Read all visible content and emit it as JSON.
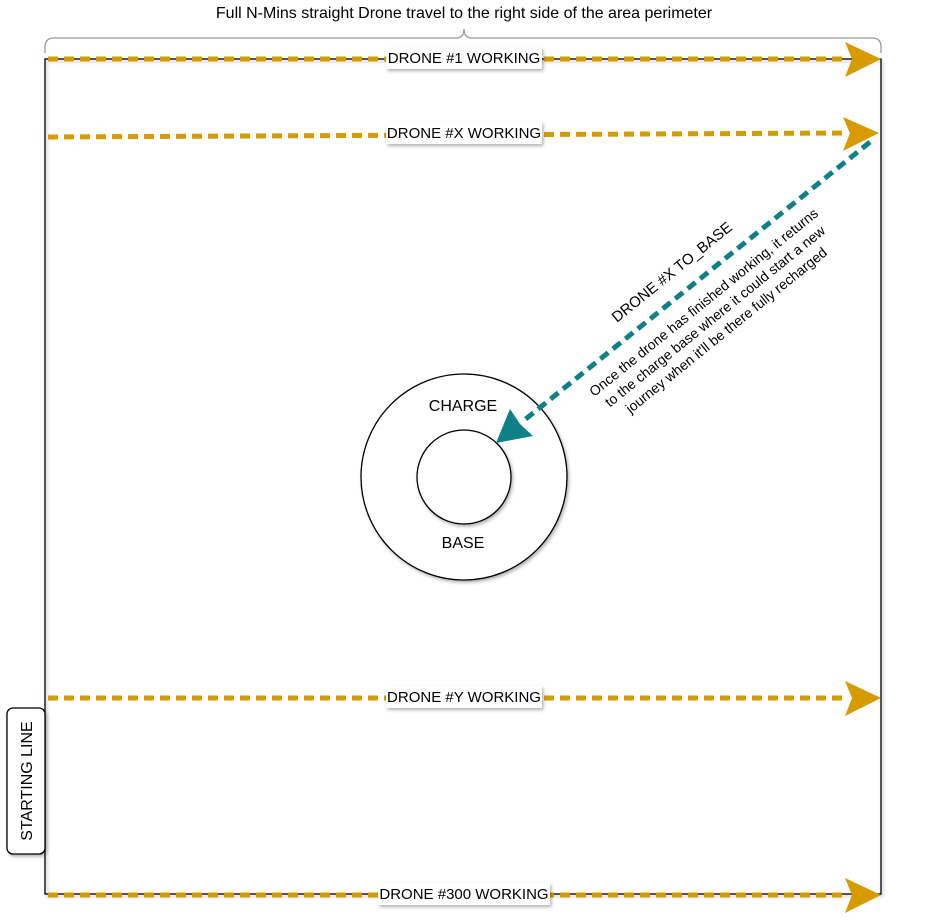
{
  "title": "Full N-Mins straight Drone travel  to the right side of the area perimeter",
  "colors": {
    "drone_path": "#D79B00",
    "return_path": "#0E8088",
    "outline": "#000000",
    "background": "#FFFFFF"
  },
  "routes": [
    {
      "id": "drone-1",
      "label": "DRONE #1 WORKING"
    },
    {
      "id": "drone-x",
      "label": "DRONE #X WORKING"
    },
    {
      "id": "drone-y",
      "label": "DRONE #Y WORKING"
    },
    {
      "id": "drone-300",
      "label": "DRONE #300 WORKING"
    }
  ],
  "return_route": {
    "label": "DRONE #X TO_BASE",
    "note_lines": [
      "Once the drone has finished working, it returns",
      "to the charge base where it could start a new",
      "journey when it'll be there fully recharged"
    ]
  },
  "base": {
    "outer_label": "CHARGE",
    "inner_label": "BASE"
  },
  "starting_line": {
    "label": "STARTING LINE"
  }
}
